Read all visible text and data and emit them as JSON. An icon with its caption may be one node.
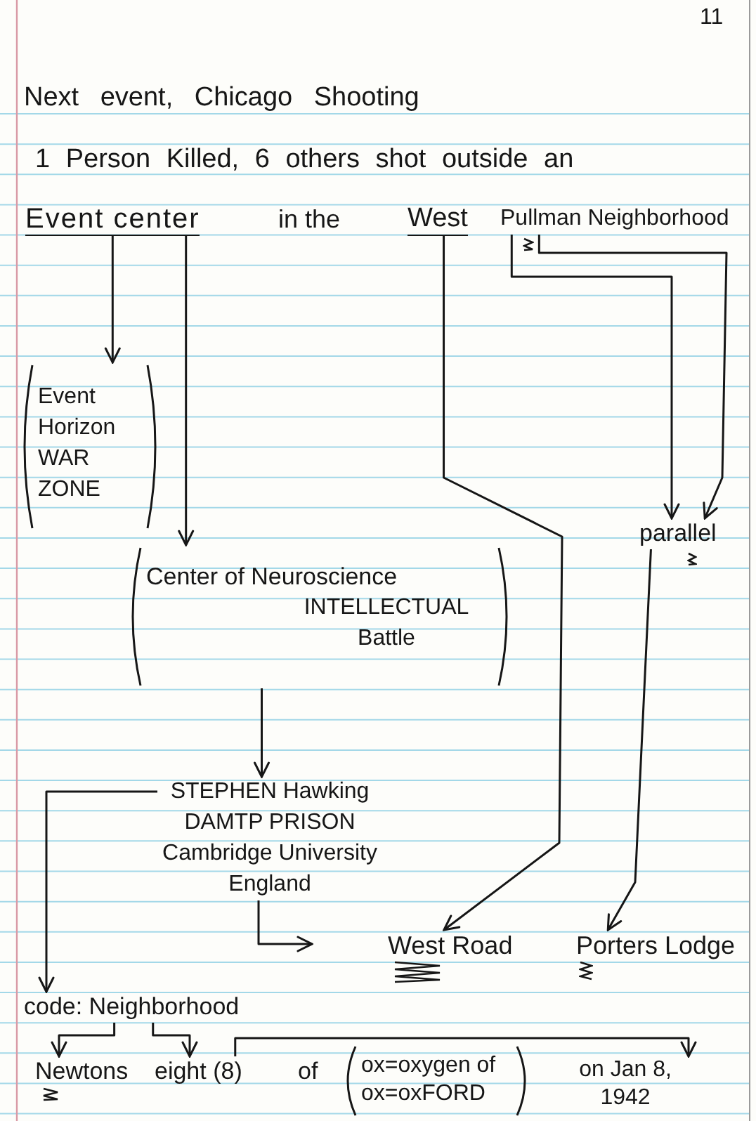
{
  "diagram": {
    "nodes": [
      {
        "text": [
          "Event center"
        ]
      },
      {
        "text": [
          "West"
        ]
      },
      {
        "text": [
          "Pullman Neighborhood"
        ]
      },
      {
        "text": [
          "Event Horizon WAR ZONE"
        ]
      },
      {
        "text": [
          "parallel"
        ]
      },
      {
        "text": [
          "Center of Neuroscience",
          "INTELLECTUAL Battle"
        ]
      },
      {
        "text": [
          "STEPHEN Hawking DAMTP PRISON Cambridge University England"
        ]
      },
      {
        "text": [
          "West Road"
        ]
      },
      {
        "text": [
          "Porters Lodge"
        ]
      },
      {
        "text": [
          "code: Neighborhood"
        ]
      },
      {
        "text": [
          "Newtons"
        ]
      },
      {
        "text": [
          "eight (8)"
        ]
      },
      {
        "text": [
          "ox=oxygen of ox=oxFORD"
        ]
      },
      {
        "text": [
          "on Jan 8, 1942"
        ]
      }
    ],
    "edges": [
      {
        "from": 0,
        "to": 3,
        "arrow": "to"
      },
      {
        "from": 0,
        "to": 5,
        "arrow": "to"
      },
      {
        "from": 1,
        "to": 7,
        "arrow": "to"
      },
      {
        "from": 2,
        "to": 4,
        "arrow": "to"
      },
      {
        "from": 2,
        "to": 4,
        "arrow": "to"
      },
      {
        "from": 4,
        "to": 8,
        "arrow": "to"
      },
      {
        "from": 5,
        "to": 6,
        "arrow": "to"
      },
      {
        "from": 6,
        "to": 9,
        "arrow": "to"
      },
      {
        "from": 6,
        "to": null,
        "arrow": "to"
      },
      {
        "from": 9,
        "to": 10,
        "arrow": "to"
      },
      {
        "from": 9,
        "to": 11,
        "arrow": "to"
      },
      {
        "from": 11,
        "to": 13,
        "arrow": "to"
      }
    ],
    "labels": [
      "11",
      "Next event, Chicago Shooting",
      "1 Person Killed, 6 others shot outside an",
      "in the",
      "of"
    ]
  }
}
